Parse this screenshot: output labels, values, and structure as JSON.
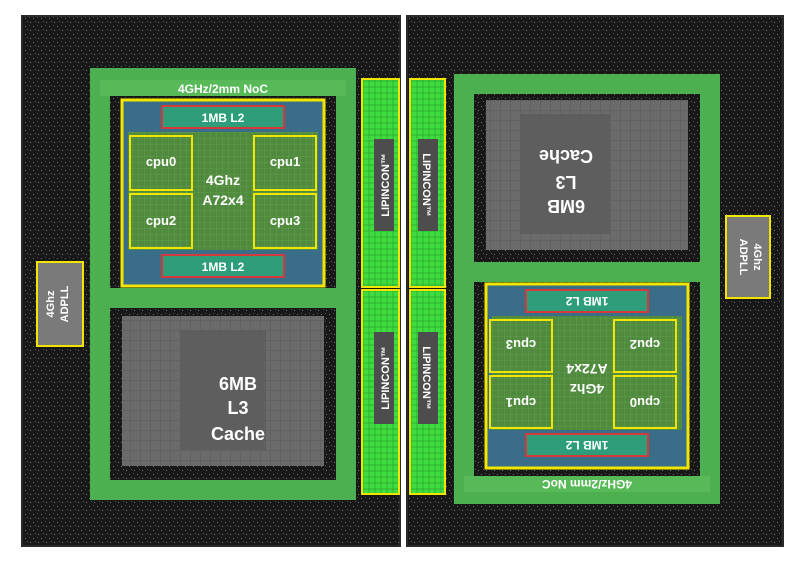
{
  "left_die": {
    "noc_label": "4GHz/2mm NoC",
    "cluster": {
      "l2_top": "1MB L2",
      "l2_bottom": "1MB L2",
      "cores": [
        "cpu0",
        "cpu1",
        "cpu2",
        "cpu3"
      ],
      "center_line1": "4Ghz",
      "center_line2": "A72x4"
    },
    "l3_line1": "6MB",
    "l3_line2": "L3",
    "l3_line3": "Cache",
    "pll_line1": "4Ghz",
    "pll_line2": "ADPLL"
  },
  "right_die": {
    "noc_label": "4GHz/2mm NoC",
    "cluster": {
      "l2_top": "1MB L2",
      "l2_bottom": "1MB L2",
      "cores": [
        "cpu0",
        "cpu1",
        "cpu2",
        "cpu3"
      ],
      "center_line1": "4Ghz",
      "center_line2": "A72x4"
    },
    "l3_line1": "6MB",
    "l3_line2": "L3",
    "l3_line3": "Cache",
    "pll_line1": "4Ghz",
    "pll_line2": "ADPLL"
  },
  "interposer": {
    "links": [
      "LIPINCON™",
      "LIPINCON™",
      "LIPINCON™",
      "LIPINCON™"
    ]
  },
  "colors": {
    "background": "#1a1a1a",
    "noc_green": "#4caf50",
    "link_green": "#39e639",
    "outline_yellow": "#f2e600",
    "l2_outline_red": "#d43a3a",
    "l2_fill": "#2e9e7a",
    "cache_gray": "#6e6e6e"
  }
}
